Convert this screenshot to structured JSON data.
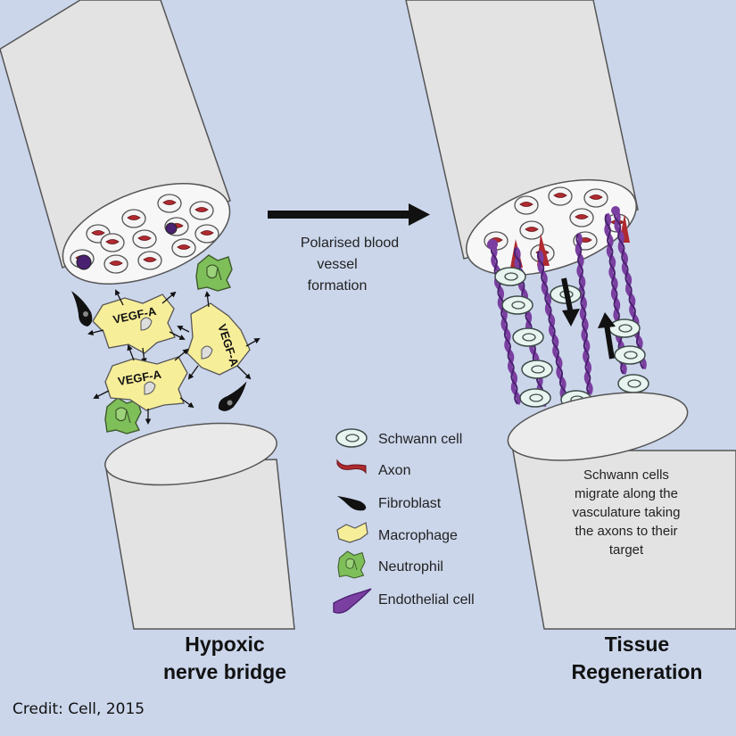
{
  "process": {
    "label_lines": [
      "Polarised blood",
      "vessel",
      "formation"
    ]
  },
  "left": {
    "title_lines": [
      "Hypoxic",
      "nerve bridge"
    ],
    "vegf_label": "VEGF-A"
  },
  "right": {
    "title_lines": [
      "Tissue",
      "Regeneration"
    ],
    "note_lines": [
      "Schwann cells",
      "migrate along the",
      "vasculature taking",
      "the axons to their",
      "target"
    ]
  },
  "legend": [
    {
      "icon": "schwann-cell-icon",
      "label": "Schwann cell"
    },
    {
      "icon": "axon-icon",
      "label": "Axon"
    },
    {
      "icon": "fibroblast-icon",
      "label": "Fibroblast"
    },
    {
      "icon": "macrophage-icon",
      "label": "Macrophage"
    },
    {
      "icon": "neutrophil-icon",
      "label": "Neutrophil"
    },
    {
      "icon": "endothelial-cell-icon",
      "label": "Endothelial cell"
    }
  ],
  "credit": "Credit: Cell, 2015",
  "colors": {
    "background": "#cbd6eb",
    "nerve": "#e3e3e3",
    "axon": "#b02a30",
    "macrophage": "#f7ee9a",
    "neutrophil": "#7fbf5a",
    "endothelial": "#7a3fa0",
    "schwann": "#e8f4ef"
  }
}
